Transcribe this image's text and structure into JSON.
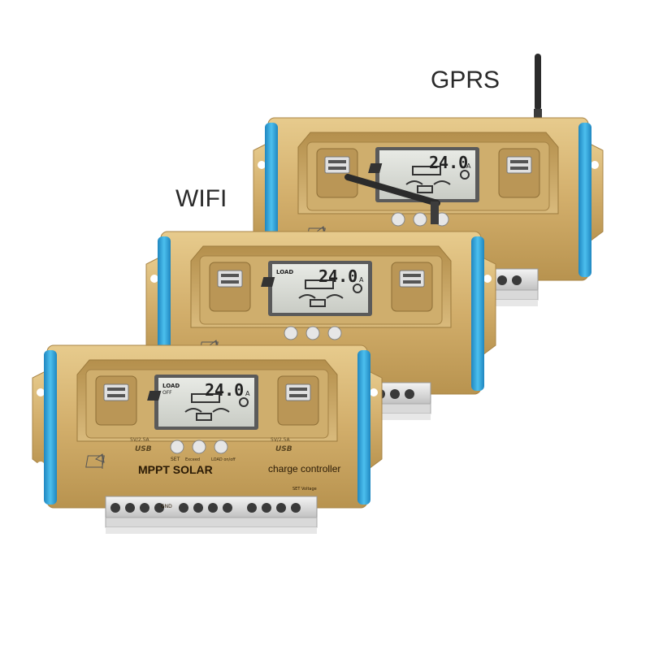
{
  "labels": {
    "gprs": "GPRS",
    "wifi": "WIFI"
  },
  "controller": {
    "lcd_reading": "24.0",
    "lcd_unit": "A",
    "lcd_load": "LOAD",
    "lcd_off": "OFF",
    "brand": "MPPT SOLAR",
    "product": "charge controller",
    "usb_label": "USB",
    "usb_spec": "5V/2.5A",
    "set_voltage": "SET Voltage",
    "button_set": "SET",
    "button_left": "Exceed",
    "button_right": "LOAD on/off",
    "terminal_gnd": "GND"
  },
  "colors": {
    "gold_light": "#e0c184",
    "gold": "#c9a564",
    "gold_dark": "#9c7b3e",
    "blue": "#2fa6dc",
    "lcd": "#d8dad4"
  }
}
